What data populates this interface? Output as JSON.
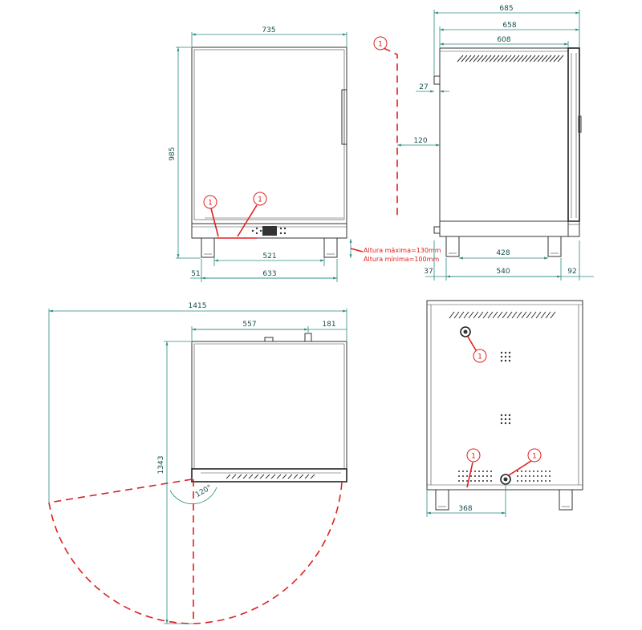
{
  "dimensions": {
    "front_width": "735",
    "front_height": "985",
    "front_inner_width": "521",
    "front_leg_offset": "51",
    "front_base_width": "633",
    "side_total_depth": "685",
    "side_depth_2": "658",
    "side_depth_3": "608",
    "side_offset_27": "27",
    "side_offset_120": "120",
    "side_inner_428": "428",
    "side_left_37": "37",
    "side_base_540": "540",
    "side_right_92": "92",
    "top_overall_swing": "1415",
    "top_width_557": "557",
    "top_right_181": "181",
    "top_depth_1343": "1343",
    "door_angle": "120°",
    "back_offset_368": "368"
  },
  "notes": {
    "max_height": "Altura máxima=130mm",
    "min_height": "Altura mínima=100mm"
  },
  "callout_label": "1"
}
